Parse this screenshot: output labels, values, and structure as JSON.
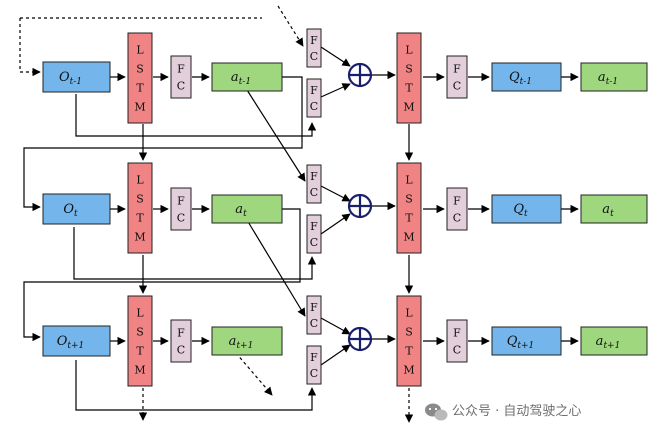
{
  "diagram": {
    "rows": [
      {
        "obs_main": "O",
        "obs_sub": "t-1",
        "act_main": "a",
        "act_sub": "t-1",
        "q_main": "Q",
        "q_sub": "t-1",
        "out_main": "a",
        "out_sub": "t-1"
      },
      {
        "obs_main": "O",
        "obs_sub": "t",
        "act_main": "a",
        "act_sub": "t",
        "q_main": "Q",
        "q_sub": "t",
        "out_main": "a",
        "out_sub": "t"
      },
      {
        "obs_main": "O",
        "obs_sub": "t+1",
        "act_main": "a",
        "act_sub": "t+1",
        "q_main": "Q",
        "q_sub": "t+1",
        "out_main": "a",
        "out_sub": "t+1"
      }
    ],
    "lstm_letters": [
      "L",
      "S",
      "T",
      "M"
    ],
    "fc_letters": [
      "F",
      "C"
    ],
    "colors": {
      "obs_fill": "#74b6ec",
      "lstm_fill": "#f08484",
      "fc_fill": "#e3cfdb",
      "act_fill": "#9fd77e",
      "sum_stroke": "#1b1f6b"
    },
    "icons": [
      "sum-node-icon",
      "wechat-logo-icon"
    ]
  },
  "watermark": {
    "text": "公众号 · 自动驾驶之心"
  }
}
